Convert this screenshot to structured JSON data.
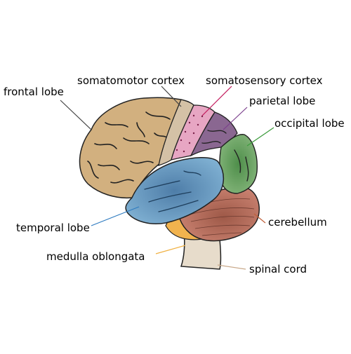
{
  "diagram": {
    "regions": {
      "frontal_lobe": {
        "label": "frontal lobe",
        "color": "#D2B07F"
      },
      "somatomotor_cortex": {
        "label": "somatomotor cortex",
        "color": "#D4C1A6"
      },
      "somatosensory_cortex": {
        "label": "somatosensory cortex",
        "color": "#E7A6C3"
      },
      "parietal_lobe": {
        "label": "parietal lobe",
        "color": "#8A6791"
      },
      "occipital_lobe": {
        "label": "occipital lobe",
        "color": "#6DA265"
      },
      "temporal_lobe": {
        "label": "temporal lobe",
        "color": "#6F9FC1"
      },
      "cerebellum": {
        "label": "cerebellum",
        "color": "#B46E5E"
      },
      "medulla_oblongata": {
        "label": "medulla oblongata",
        "color": "#F1B34E"
      },
      "spinal_cord": {
        "label": "spinal cord",
        "color": "#E7DCCB"
      }
    },
    "leader_colors": {
      "frontal_lobe": "#444444",
      "somatomotor_cortex": "#444444",
      "somatosensory_cortex": "#C2185B",
      "parietal_lobe": "#7B3F8C",
      "occipital_lobe": "#3C9B3C",
      "temporal_lobe": "#2E7BC0",
      "cerebellum": "#C0603A",
      "medulla_oblongata": "#F0B040",
      "spinal_cord": "#C9A98A"
    }
  }
}
